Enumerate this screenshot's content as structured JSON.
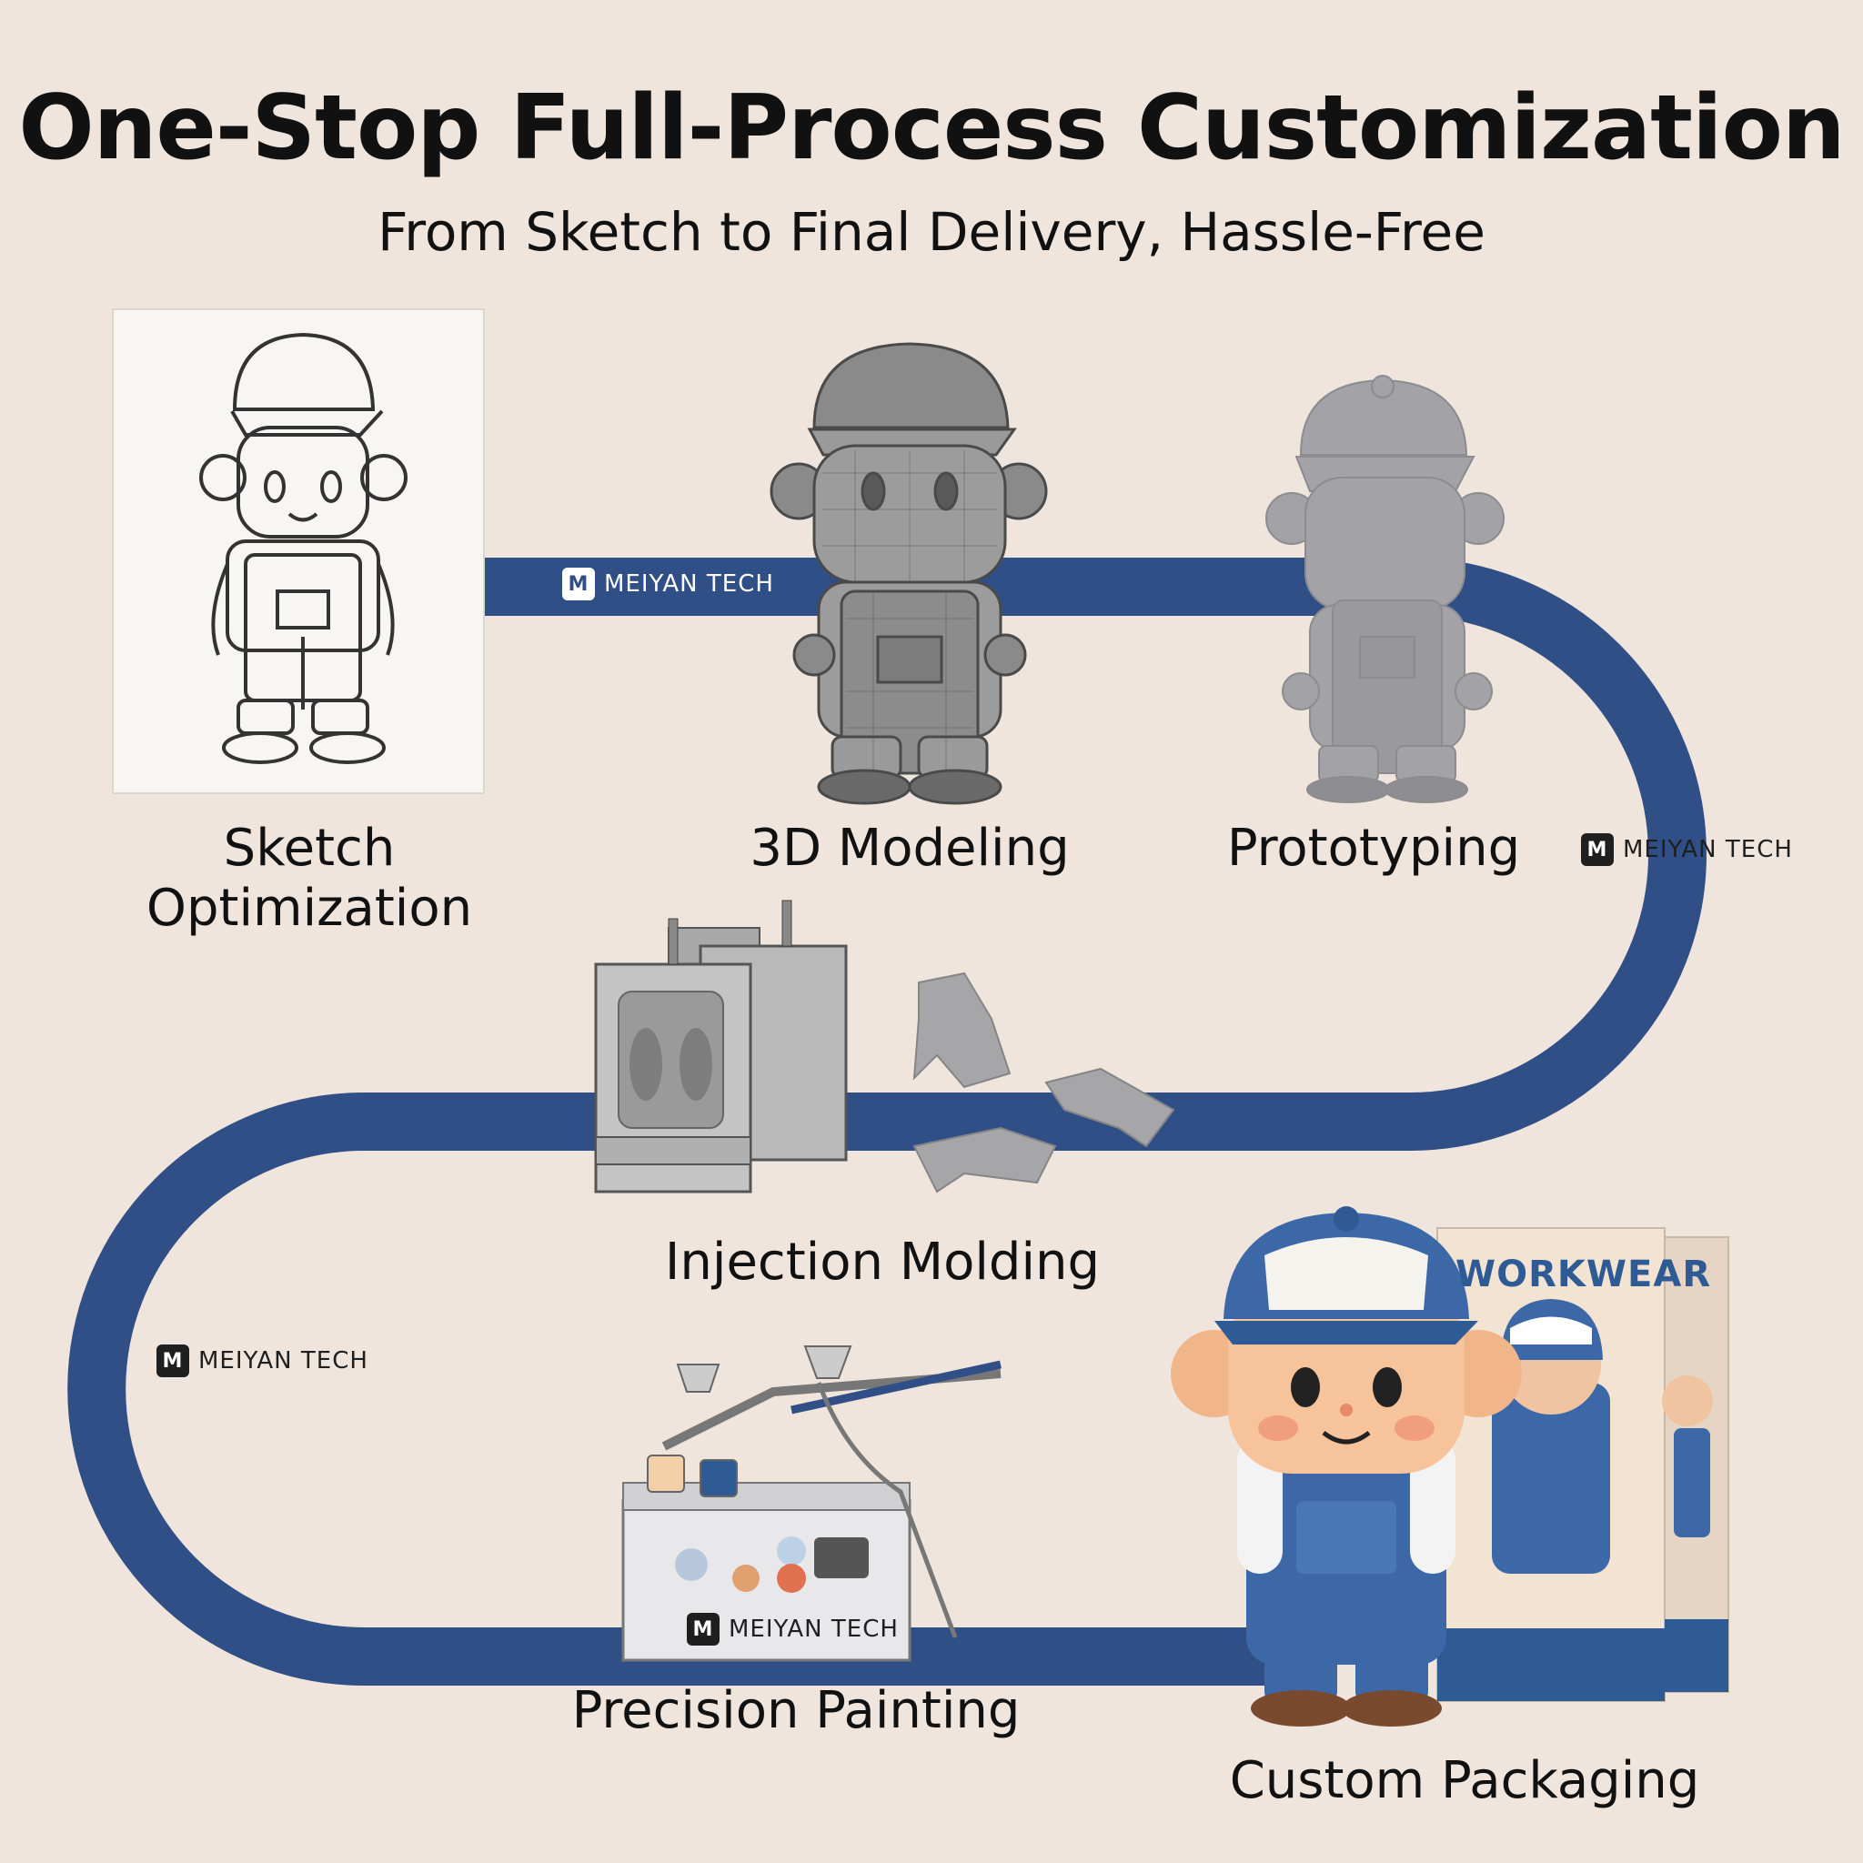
{
  "title": "One-Stop Full-Process Customization",
  "subtitle": "From Sketch to Final Delivery, Hassle-Free",
  "brand_label": "MEIYAN TECH",
  "steps": [
    {
      "label": "Sketch Optimization",
      "icon": "sketch-paper-icon"
    },
    {
      "label": "3D Modeling",
      "icon": "wireframe-figure-icon"
    },
    {
      "label": "Prototyping",
      "icon": "gray-prototype-figure-icon"
    },
    {
      "label": "Injection Molding",
      "icon": "injection-mold-icon"
    },
    {
      "label": "Precision Painting",
      "icon": "airbrush-station-icon"
    },
    {
      "label": "Custom Packaging",
      "icon": "packaged-figure-icon"
    }
  ],
  "packaging_box_title": "WORKWEAR",
  "colors": {
    "background": "#efe5dc",
    "path": "#2f4f86",
    "overalls": "#3d68a8"
  }
}
